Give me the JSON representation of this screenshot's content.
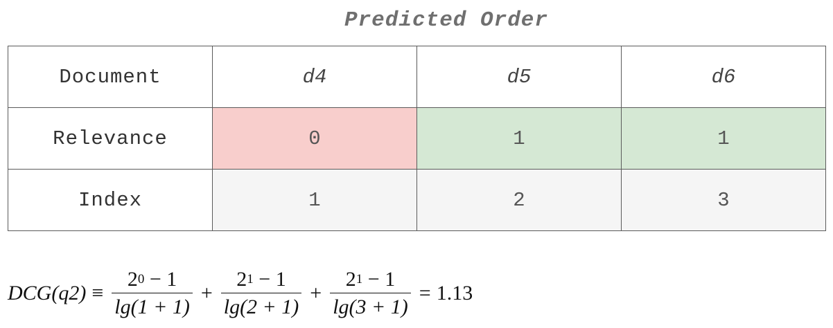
{
  "title": "Predicted Order",
  "table": {
    "rows": [
      {
        "label": "Document",
        "cells": [
          "d4",
          "d5",
          "d6"
        ]
      },
      {
        "label": "Relevance",
        "cells": [
          "0",
          "1",
          "1"
        ]
      },
      {
        "label": "Index",
        "cells": [
          "1",
          "2",
          "3"
        ]
      }
    ]
  },
  "colors": {
    "relevance_zero": "#f8cecc",
    "relevance_one": "#d5e8d4",
    "index_bg": "#f5f5f5",
    "title": "#6f6f6f"
  },
  "formula": {
    "lhs": "DCG(q2)",
    "equiv": "≡",
    "plus": "+",
    "equals": "=",
    "terms": [
      {
        "base": "2",
        "exp": "0",
        "minus": " − 1",
        "den": "lg(1 + 1)"
      },
      {
        "base": "2",
        "exp": "1",
        "minus": " − 1",
        "den": "lg(2 + 1)"
      },
      {
        "base": "2",
        "exp": "1",
        "minus": " − 1",
        "den": "lg(3 + 1)"
      }
    ],
    "result": "1.13"
  }
}
